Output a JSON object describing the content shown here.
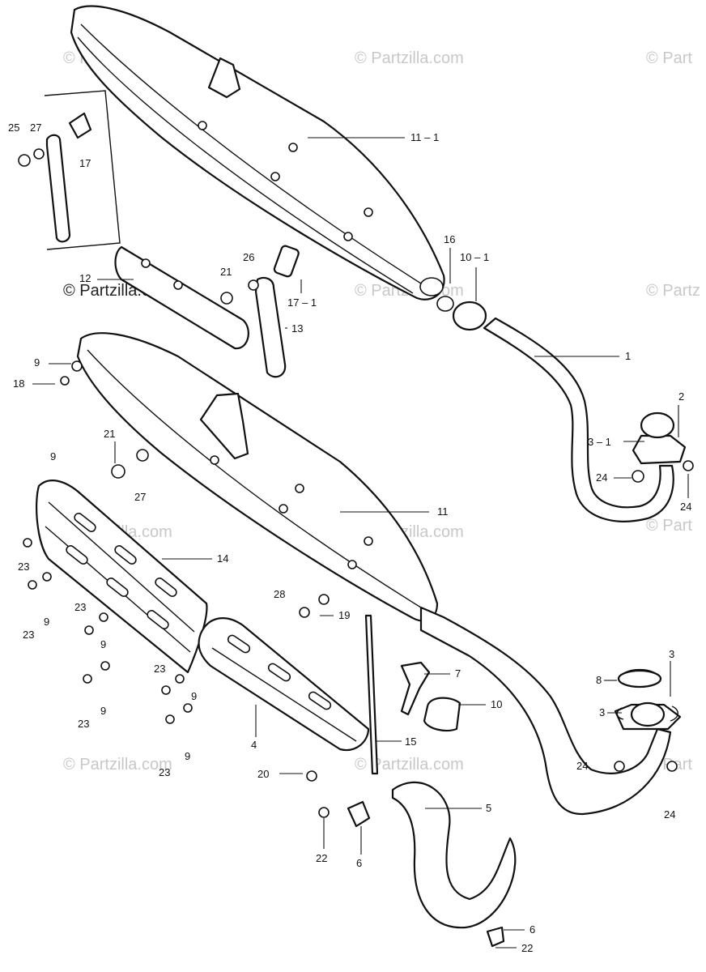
{
  "watermarks": {
    "text": "© Partzilla.com",
    "text_short": "© Partz",
    "text_short2": "© Part"
  },
  "labels": {
    "l1": "1",
    "l2": "2",
    "l3_1": "3 – 1",
    "l3a": "3",
    "l3b": "3",
    "l4": "4",
    "l5": "5",
    "l6a": "6",
    "l6b": "6",
    "l7": "7",
    "l8": "8",
    "l9a": "9",
    "l9b": "9",
    "l9c": "9",
    "l9d": "9",
    "l9e": "9",
    "l9f": "9",
    "l9g": "9",
    "l10": "10",
    "l10_1": "10 – 1",
    "l11": "11",
    "l11_1": "11 – 1",
    "l12": "12",
    "l13": "13",
    "l14": "14",
    "l15": "15",
    "l16": "16",
    "l17": "17",
    "l17_1": "17 – 1",
    "l18": "18",
    "l19": "19",
    "l20": "20",
    "l21a": "21",
    "l21b": "21",
    "l22a": "22",
    "l22b": "22",
    "l23a": "23",
    "l23b": "23",
    "l23c": "23",
    "l23d": "23",
    "l23e": "23",
    "l23f": "23",
    "l24a": "24",
    "l24b": "24",
    "l24c": "24",
    "l24d": "24",
    "l25": "25",
    "l26": "26",
    "l27a": "27",
    "l27b": "27",
    "l28": "28"
  }
}
